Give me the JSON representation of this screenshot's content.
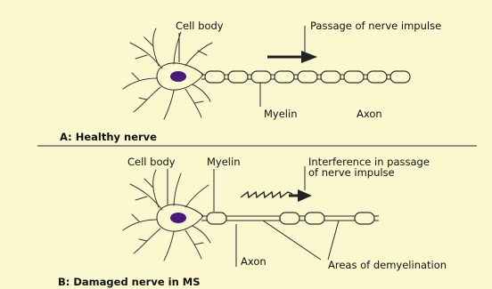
{
  "colors": {
    "background": "#fbf7cf",
    "line": "#2a2a2a",
    "nucleus": "#4a1a7a",
    "arrow": "#222222"
  },
  "panel_a": {
    "caption": "A: Healthy nerve",
    "cell_body_label": "Cell body",
    "impulse_label": "Passage of nerve impulse",
    "myelin_label": "Myelin",
    "axon_label": "Axon"
  },
  "panel_b": {
    "caption": "B: Damaged nerve in MS",
    "cell_body_label": "Cell body",
    "myelin_label": "Myelin",
    "interference_label_line1": "Interference in passage",
    "interference_label_line2": "of nerve impulse",
    "axon_label": "Axon",
    "demyelination_label": "Areas of demyelination"
  }
}
